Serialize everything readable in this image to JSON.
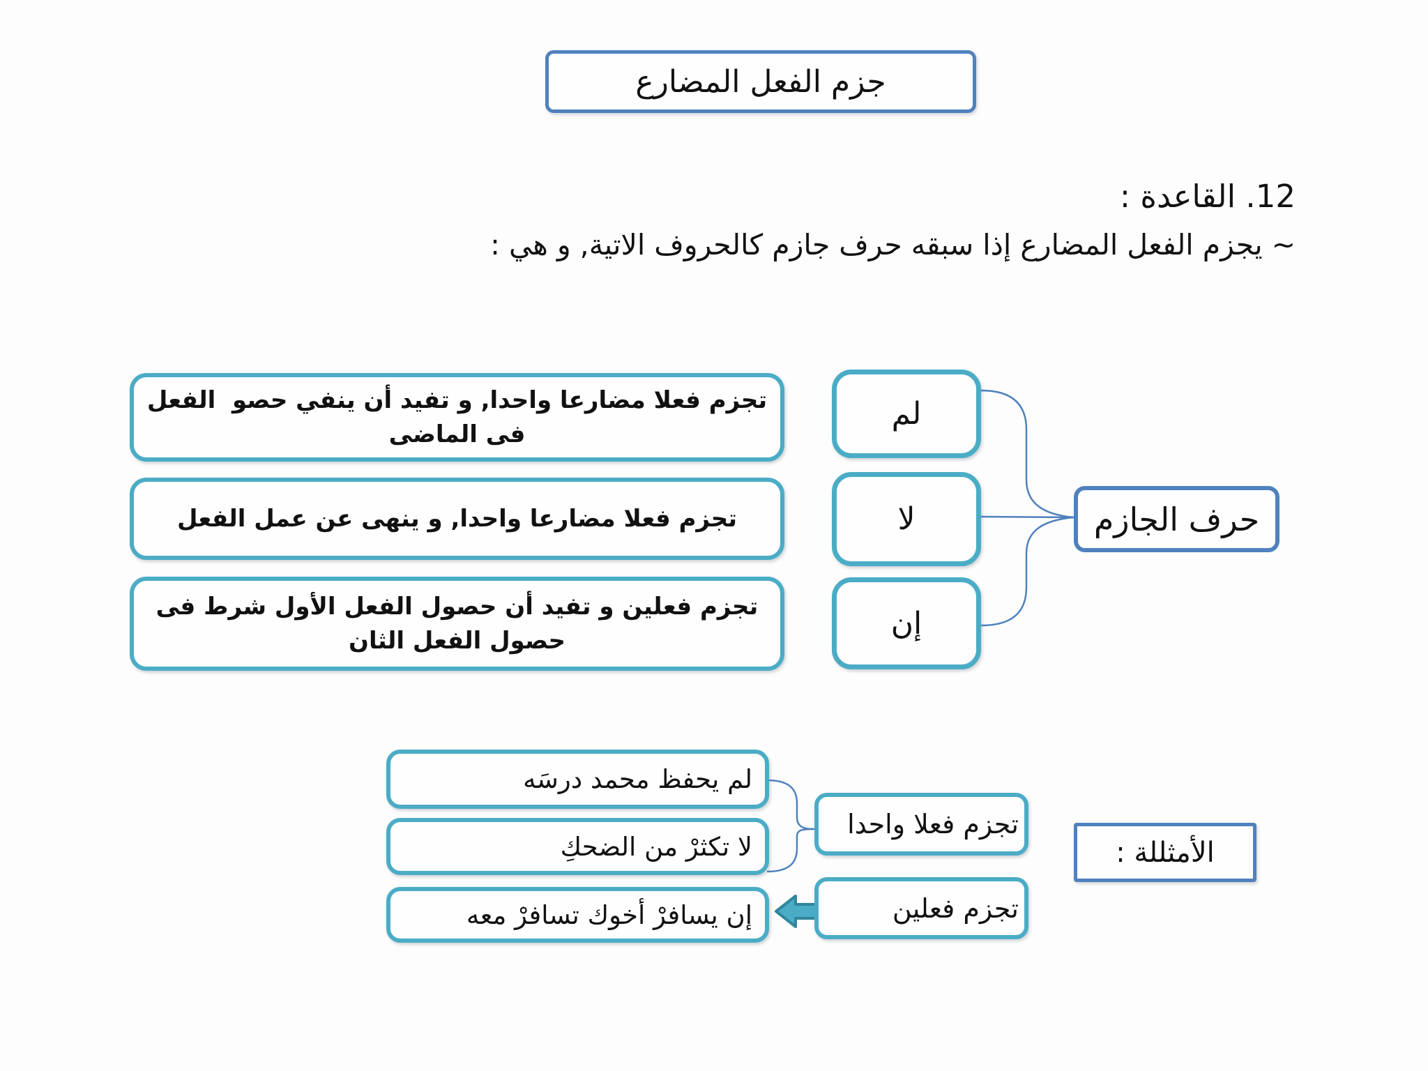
{
  "title": "جزم الفعل المضارع",
  "rule": {
    "heading": "12. القاعدة :",
    "body": "~ يجزم الفعل المضارع إذا سبقه حرف جازم كالحروف الاتية, و هي :"
  },
  "jazm_chart": {
    "root_label": "حرف الجازم",
    "particles": [
      {
        "letter": "لم",
        "description": "تجزم فعلا مضارعا واحدا, و تفيد أن ينفي حصو  الفعل فى الماضى"
      },
      {
        "letter": "لا",
        "description": "تجزم فعلا مضارعا واحدا, و ينهى عن عمل الفعل"
      },
      {
        "letter": "إن",
        "description": "تجزم فعلين و تفيد أن حصول الفعل الأول شرط فى حصول الفعل الثان"
      }
    ]
  },
  "examples_chart": {
    "root_label": "الأمثللة :",
    "groups": [
      {
        "label": "تجزم فعلا واحدا",
        "examples": [
          "لم يحفظ محمد درسَه",
          "لا تكثرْ من الضحكِ"
        ]
      },
      {
        "label": "تجزم فعلين",
        "examples": [
          "إن يسافرْ أخوك تسافرْ معه"
        ]
      }
    ]
  },
  "icons": {
    "left_arrow": "left-block-arrow"
  },
  "colors": {
    "teal_border": "#4bacc6",
    "teal_dark": "#31859c",
    "blue_border": "#4f81bd",
    "connector": "#4f81bd",
    "text": "#111111",
    "background": "#fdfdfd"
  }
}
